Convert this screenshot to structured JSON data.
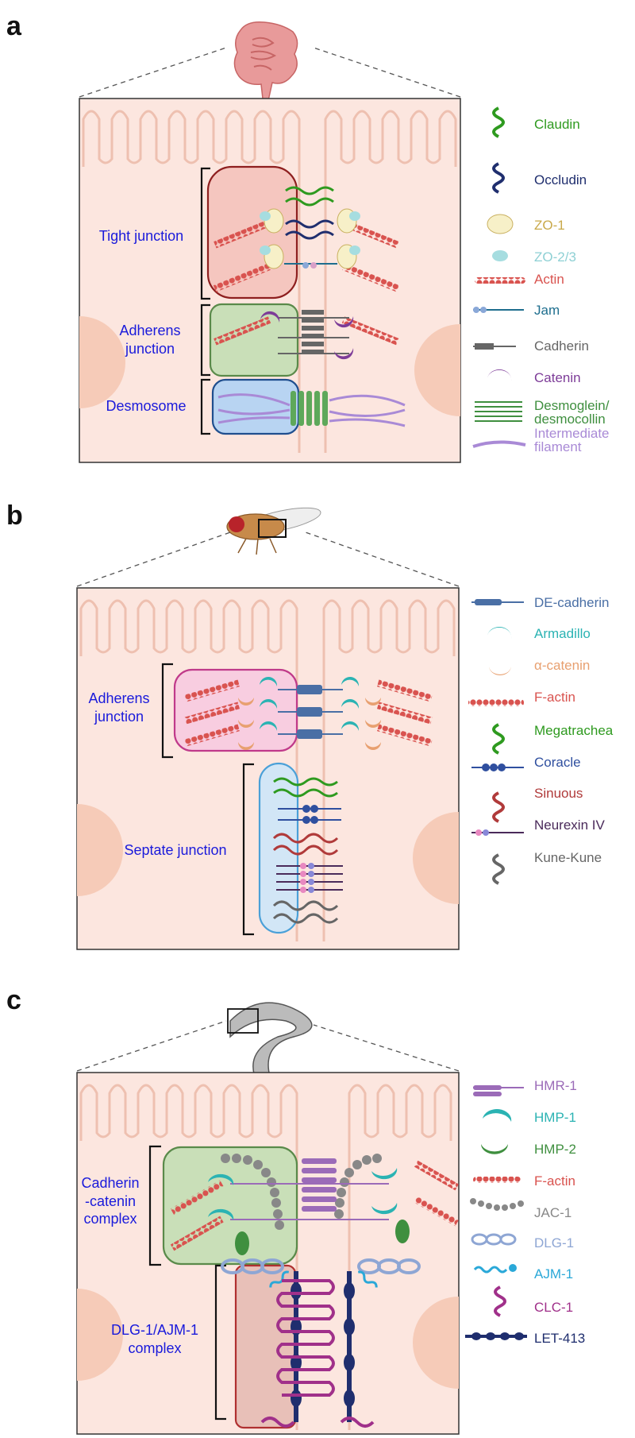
{
  "panels": [
    {
      "letter": "a",
      "organism": "intestine-icon",
      "regions": [
        {
          "label": "Tight junction",
          "color": "#1a1adb"
        },
        {
          "label": "Adherens\njunction",
          "color": "#1a1adb"
        },
        {
          "label": "Desmosome",
          "color": "#1a1adb"
        }
      ],
      "legend": [
        {
          "label": "Claudin",
          "color": "#2e9a1f",
          "icon": "claudin-icon"
        },
        {
          "label": "Occludin",
          "color": "#1f2e6e",
          "icon": "occludin-icon"
        },
        {
          "label": "ZO-1",
          "color": "#c9a94a",
          "icon": "zo-1-icon"
        },
        {
          "label": "ZO-2/3",
          "color": "#8ed0d4",
          "icon": "zo-2-3-icon"
        },
        {
          "label": "Actin",
          "color": "#d9534f",
          "icon": "actin-icon"
        },
        {
          "label": "Jam",
          "color": "#1e6e8e",
          "icon": "jam-icon"
        },
        {
          "label": "Cadherin",
          "color": "#666666",
          "icon": "cadherin-icon"
        },
        {
          "label": "Catenin",
          "color": "#7d3c98",
          "icon": "catenin-icon"
        },
        {
          "label": "Desmoglein/\ndesmocollin",
          "color": "#3f8f3f",
          "icon": "desmoglein-icon"
        },
        {
          "label": "Intermediate\nfilament",
          "color": "#a98ad6",
          "icon": "intermediate-filament-icon"
        }
      ]
    },
    {
      "letter": "b",
      "organism": "fly-icon",
      "regions": [
        {
          "label": "Adherens\njunction",
          "color": "#1a1adb"
        },
        {
          "label": "Septate junction",
          "color": "#1a1adb"
        }
      ],
      "legend": [
        {
          "label": "DE-cadherin",
          "color": "#4a6fa5",
          "icon": "de-cadherin-icon"
        },
        {
          "label": "Armadillo",
          "color": "#2bb3b3",
          "icon": "armadillo-icon"
        },
        {
          "label": "α-catenin",
          "color": "#e8a070",
          "icon": "alpha-catenin-icon"
        },
        {
          "label": "F-actin",
          "color": "#d9534f",
          "icon": "f-actin-icon"
        },
        {
          "label": "Megatrachea",
          "color": "#2e9a1f",
          "icon": "megatrachea-icon"
        },
        {
          "label": "Coracle",
          "color": "#2f4f9f",
          "icon": "coracle-icon"
        },
        {
          "label": "Sinuous",
          "color": "#b03a3a",
          "icon": "sinuous-icon"
        },
        {
          "label": "Neurexin IV",
          "color": "#4a2a5a",
          "icon": "neurexin-iv-icon"
        },
        {
          "label": "Kune-Kune",
          "color": "#666666",
          "icon": "kune-kune-icon"
        }
      ]
    },
    {
      "letter": "c",
      "organism": "worm-icon",
      "regions": [
        {
          "label": "Cadherin\n-catenin\ncomplex",
          "color": "#1a1adb"
        },
        {
          "label": "DLG-1/AJM-1\ncomplex",
          "color": "#1a1adb"
        }
      ],
      "legend": [
        {
          "label": "HMR-1",
          "color": "#9b6bb8",
          "icon": "hmr-1-icon"
        },
        {
          "label": "HMP-1",
          "color": "#2bb3b3",
          "icon": "hmp-1-icon"
        },
        {
          "label": "HMP-2",
          "color": "#3f8f3f",
          "icon": "hmp-2-icon"
        },
        {
          "label": "F-actin",
          "color": "#d9534f",
          "icon": "f-actin-icon"
        },
        {
          "label": "JAC-1",
          "color": "#888888",
          "icon": "jac-1-icon"
        },
        {
          "label": "DLG-1",
          "color": "#8ea6d4",
          "icon": "dlg-1-icon"
        },
        {
          "label": "AJM-1",
          "color": "#2aa8d8",
          "icon": "ajm-1-icon"
        },
        {
          "label": "CLC-1",
          "color": "#a0308a",
          "icon": "clc-1-icon"
        },
        {
          "label": "LET-413",
          "color": "#1f2e6e",
          "icon": "let-413-icon"
        }
      ]
    }
  ]
}
